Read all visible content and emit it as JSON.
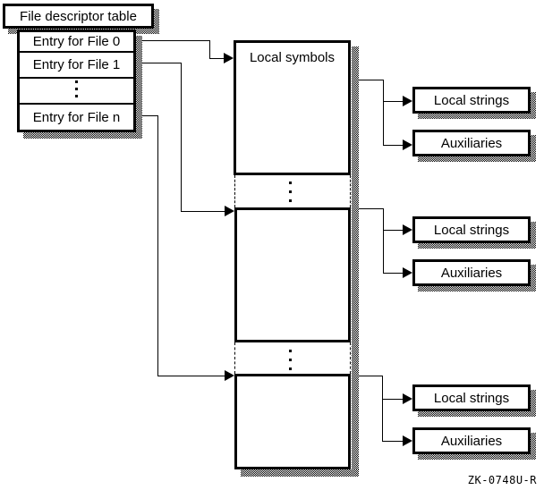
{
  "figure_code": "ZK-0748U-R",
  "file_descriptor_table": {
    "title": "File descriptor table",
    "entries": [
      "Entry for File 0",
      "Entry for File 1",
      "Entry for File n"
    ]
  },
  "symbol_tables": [
    {
      "label": "Local symbols",
      "strings_label": "Local strings",
      "aux_label": "Auxiliaries"
    },
    {
      "label": "",
      "strings_label": "Local strings",
      "aux_label": "Auxiliaries"
    },
    {
      "label": "",
      "strings_label": "Local strings",
      "aux_label": "Auxiliaries"
    }
  ]
}
